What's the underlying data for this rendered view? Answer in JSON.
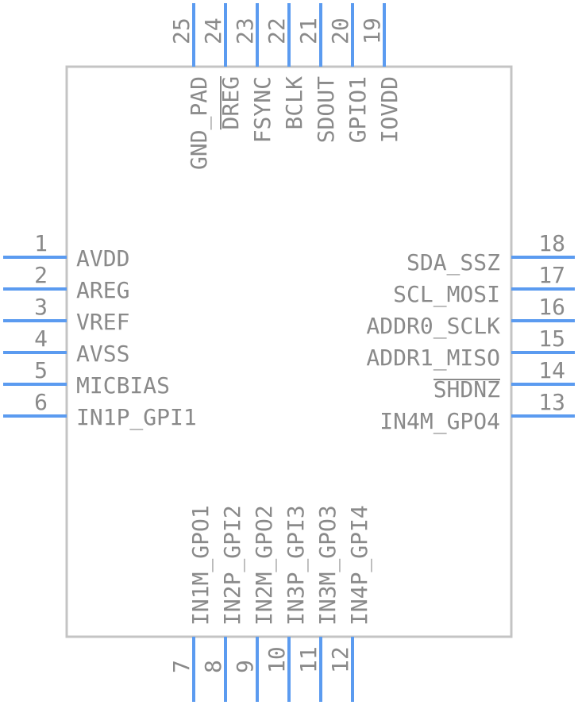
{
  "pins": {
    "left": [
      {
        "num": "1",
        "name": "AVDD"
      },
      {
        "num": "2",
        "name": "AREG"
      },
      {
        "num": "3",
        "name": "VREF"
      },
      {
        "num": "4",
        "name": "AVSS"
      },
      {
        "num": "5",
        "name": "MICBIAS"
      },
      {
        "num": "6",
        "name": "IN1P_GPI1"
      }
    ],
    "right": [
      {
        "num": "18",
        "name": "SDA_SSZ"
      },
      {
        "num": "17",
        "name": "SCL_MOSI"
      },
      {
        "num": "16",
        "name": "ADDR0_SCLK"
      },
      {
        "num": "15",
        "name": "ADDR1_MISO"
      },
      {
        "num": "14",
        "name": "SHDNZ",
        "overbar": true
      },
      {
        "num": "13",
        "name": "IN4M_GPO4"
      }
    ],
    "top": [
      {
        "num": "25",
        "name": "GND_PAD"
      },
      {
        "num": "24",
        "name": "DREG",
        "overbar": true
      },
      {
        "num": "23",
        "name": "FSYNC"
      },
      {
        "num": "22",
        "name": "BCLK"
      },
      {
        "num": "21",
        "name": "SDOUT"
      },
      {
        "num": "20",
        "name": "GPIO1"
      },
      {
        "num": "19",
        "name": "IOVDD"
      }
    ],
    "bottom": [
      {
        "num": "7",
        "name": "IN1M_GPO1"
      },
      {
        "num": "8",
        "name": "IN2P_GPI2"
      },
      {
        "num": "9",
        "name": "IN2M_GPO2"
      },
      {
        "num": "10",
        "name": "IN3P_GPI3"
      },
      {
        "num": "11",
        "name": "IN3M_GPO3"
      },
      {
        "num": "12",
        "name": "IN4P_GPI4"
      }
    ]
  },
  "colors": {
    "pin": "#5b9bf0",
    "body_outline": "#c4c4c4",
    "text": "#8a8a8a"
  }
}
